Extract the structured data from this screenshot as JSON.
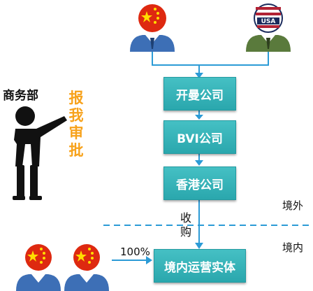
{
  "ministry": {
    "label": "商务部",
    "approval_text": "报我审批"
  },
  "entities": {
    "offshore_company": "开曼公司",
    "bvi_company": "BVI公司",
    "hk_company": "香港公司",
    "domestic_entity": "境内运营实体"
  },
  "labels": {
    "acquisition": "收购",
    "share": "100%",
    "offshore": "境外",
    "onshore": "境内"
  },
  "badges": {
    "usa": "USA"
  },
  "colors": {
    "box": "#2eaab0",
    "approval_text": "#f7a21b",
    "china_flag": "#de2910",
    "star": "#ffde00"
  }
}
